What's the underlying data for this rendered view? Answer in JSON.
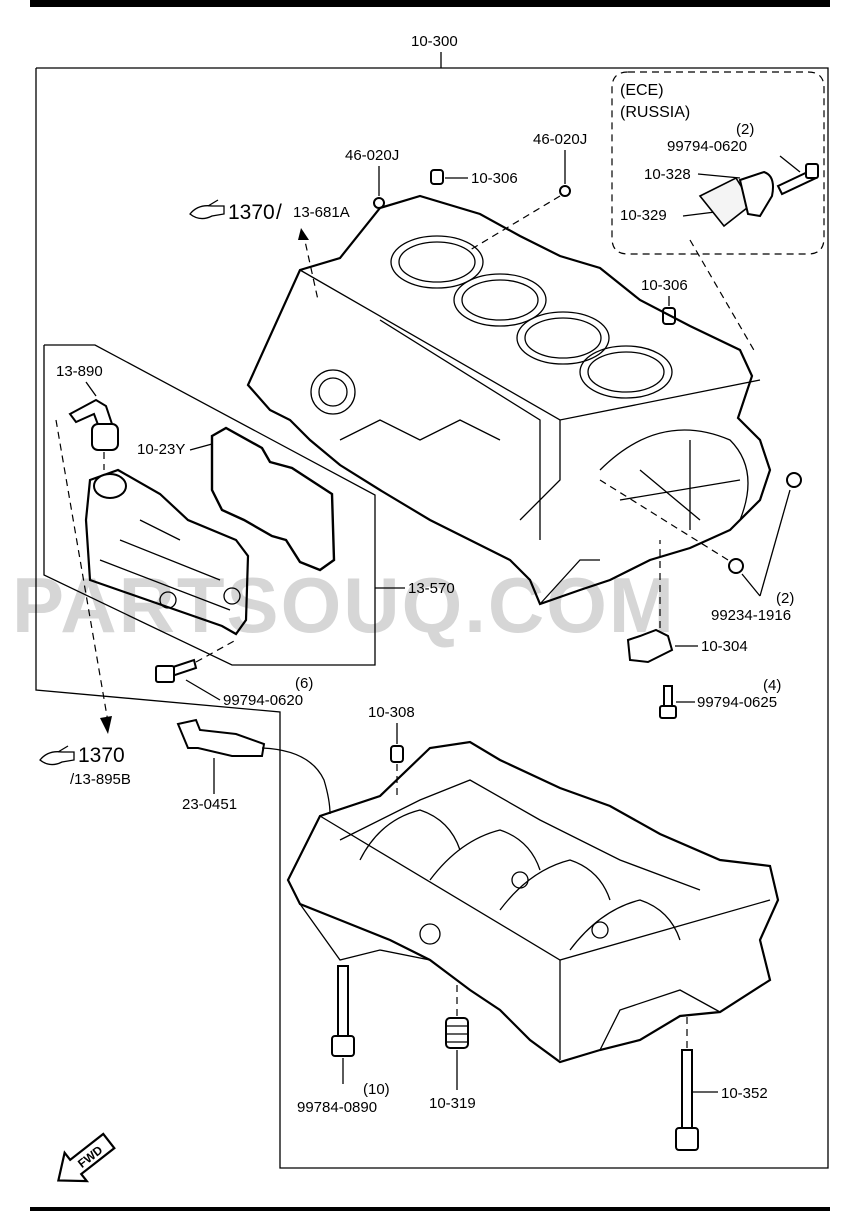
{
  "labels": {
    "assembly": "10-300",
    "region_1": "(ECE)",
    "region_2": "(RUSSIA)",
    "bolt_qty_top": "(2)",
    "bolt_top": "99794-0620",
    "cover_top": "10-328",
    "gasket_top": "10-329",
    "pin_left": "46-020J",
    "pin_right": "46-020J",
    "dowel_top": "10-306",
    "dowel_mid": "10-306",
    "ref_top_num": "1370",
    "ref_top_code": "13-681A",
    "breather": "13-890",
    "gasket_cover": "10-23Y",
    "cover_assy": "13-570",
    "bolt_cover_qty": "(6)",
    "bolt_cover": "99794-0620",
    "plug_qty": "(2)",
    "plug": "99234-1916",
    "sensor": "10-304",
    "bolt_sensor_qty": "(4)",
    "bolt_sensor": "99794-0625",
    "ref_bottom_num": "1370",
    "ref_bottom_code": "/13-895B",
    "sealant": "23-0451",
    "dowel_lower": "10-308",
    "bolt_main_qty": "(10)",
    "bolt_main": "99784-0890",
    "plug_lower": "10-319",
    "bolt_lower": "10-352",
    "fwd": "FWD"
  },
  "watermark": "PARTSOUQ.COM",
  "icons": {
    "reference_pointer": "hand-pointer-icon",
    "direction": "fwd-arrow-icon"
  },
  "colors": {
    "line": "#000000",
    "watermark": "#d6d6d6",
    "background": "#ffffff"
  }
}
